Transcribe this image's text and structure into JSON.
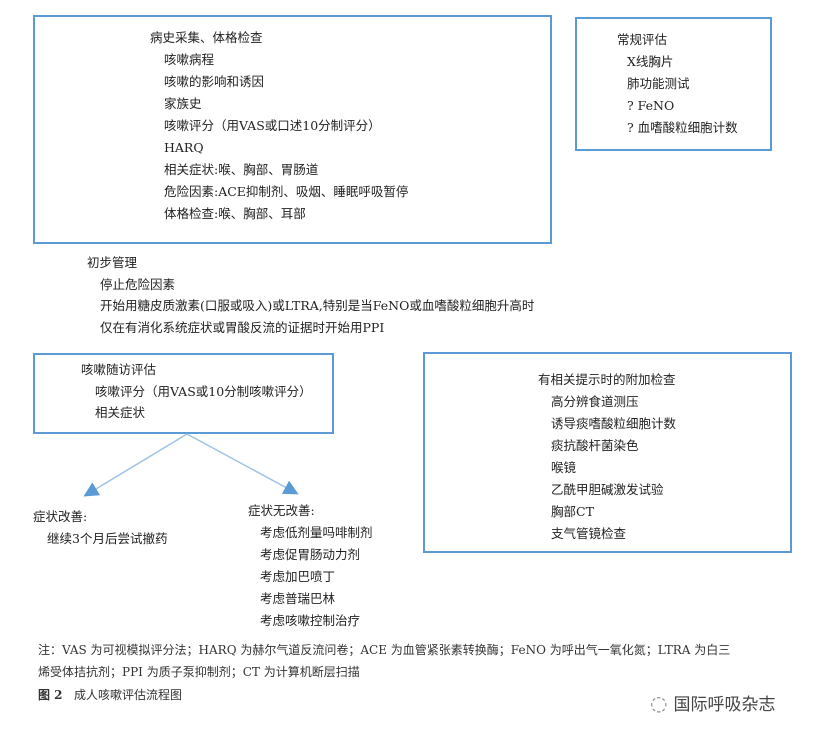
{
  "history": {
    "title": "病史采集、体格检查",
    "items": [
      "咳嗽病程",
      "咳嗽的影响和诱因",
      "家族史",
      "咳嗽评分（用VAS或口述10分制评分）",
      "HARQ",
      "相关症状:喉、胸部、胃肠道",
      "危险因素:ACE抑制剂、吸烟、睡眠呼吸暂停",
      "体格检查:喉、胸部、耳部"
    ]
  },
  "routine": {
    "title": "常规评估",
    "items": [
      "X线胸片",
      "肺功能测试",
      "? FeNO",
      "? 血嗜酸粒细胞计数"
    ]
  },
  "initial": {
    "title": "初步管理",
    "items": [
      "停止危险因素",
      "开始用糖皮质激素(口服或吸入)或LTRA,特别是当FeNO或血嗜酸粒细胞升高时",
      "仅在有消化系统症状或胃酸反流的证据时开始用PPI"
    ]
  },
  "followup": {
    "title": "咳嗽随访评估",
    "items": [
      "咳嗽评分（用VAS或10分制咳嗽评分）",
      "相关症状"
    ]
  },
  "additional": {
    "title": "有相关提示时的附加检查",
    "items": [
      "高分辨食道测压",
      "诱导痰嗜酸粒细胞计数",
      "痰抗酸杆菌染色",
      "喉镜",
      "乙酰甲胆碱激发试验",
      "胸部CT",
      "支气管镜检查"
    ]
  },
  "improved": {
    "title": "症状改善:",
    "items": [
      "继续3个月后尝试撤药"
    ]
  },
  "not_improved": {
    "title": "症状无改善:",
    "items": [
      "考虑低剂量吗啡制剂",
      "考虑促胃肠动力剂",
      "考虑加巴喷丁",
      "考虑普瑞巴林",
      "考虑咳嗽控制治疗"
    ]
  },
  "note": {
    "line1": "注：VAS 为可视模拟评分法；HARQ 为赫尔气道反流问卷；ACE 为血管紧张素转换酶；FeNO 为呼出气一氧化氮；LTRA 为白三",
    "line2": "烯受体拮抗剂；PPI 为质子泵抑制剂；CT 为计算机断层扫描"
  },
  "caption": {
    "label": "图 2",
    "text": "成人咳嗽评估流程图"
  },
  "watermark": "国际呼吸杂志",
  "colors": {
    "box_border": "#5b9bd5",
    "arrow": "#9dc3e6"
  }
}
